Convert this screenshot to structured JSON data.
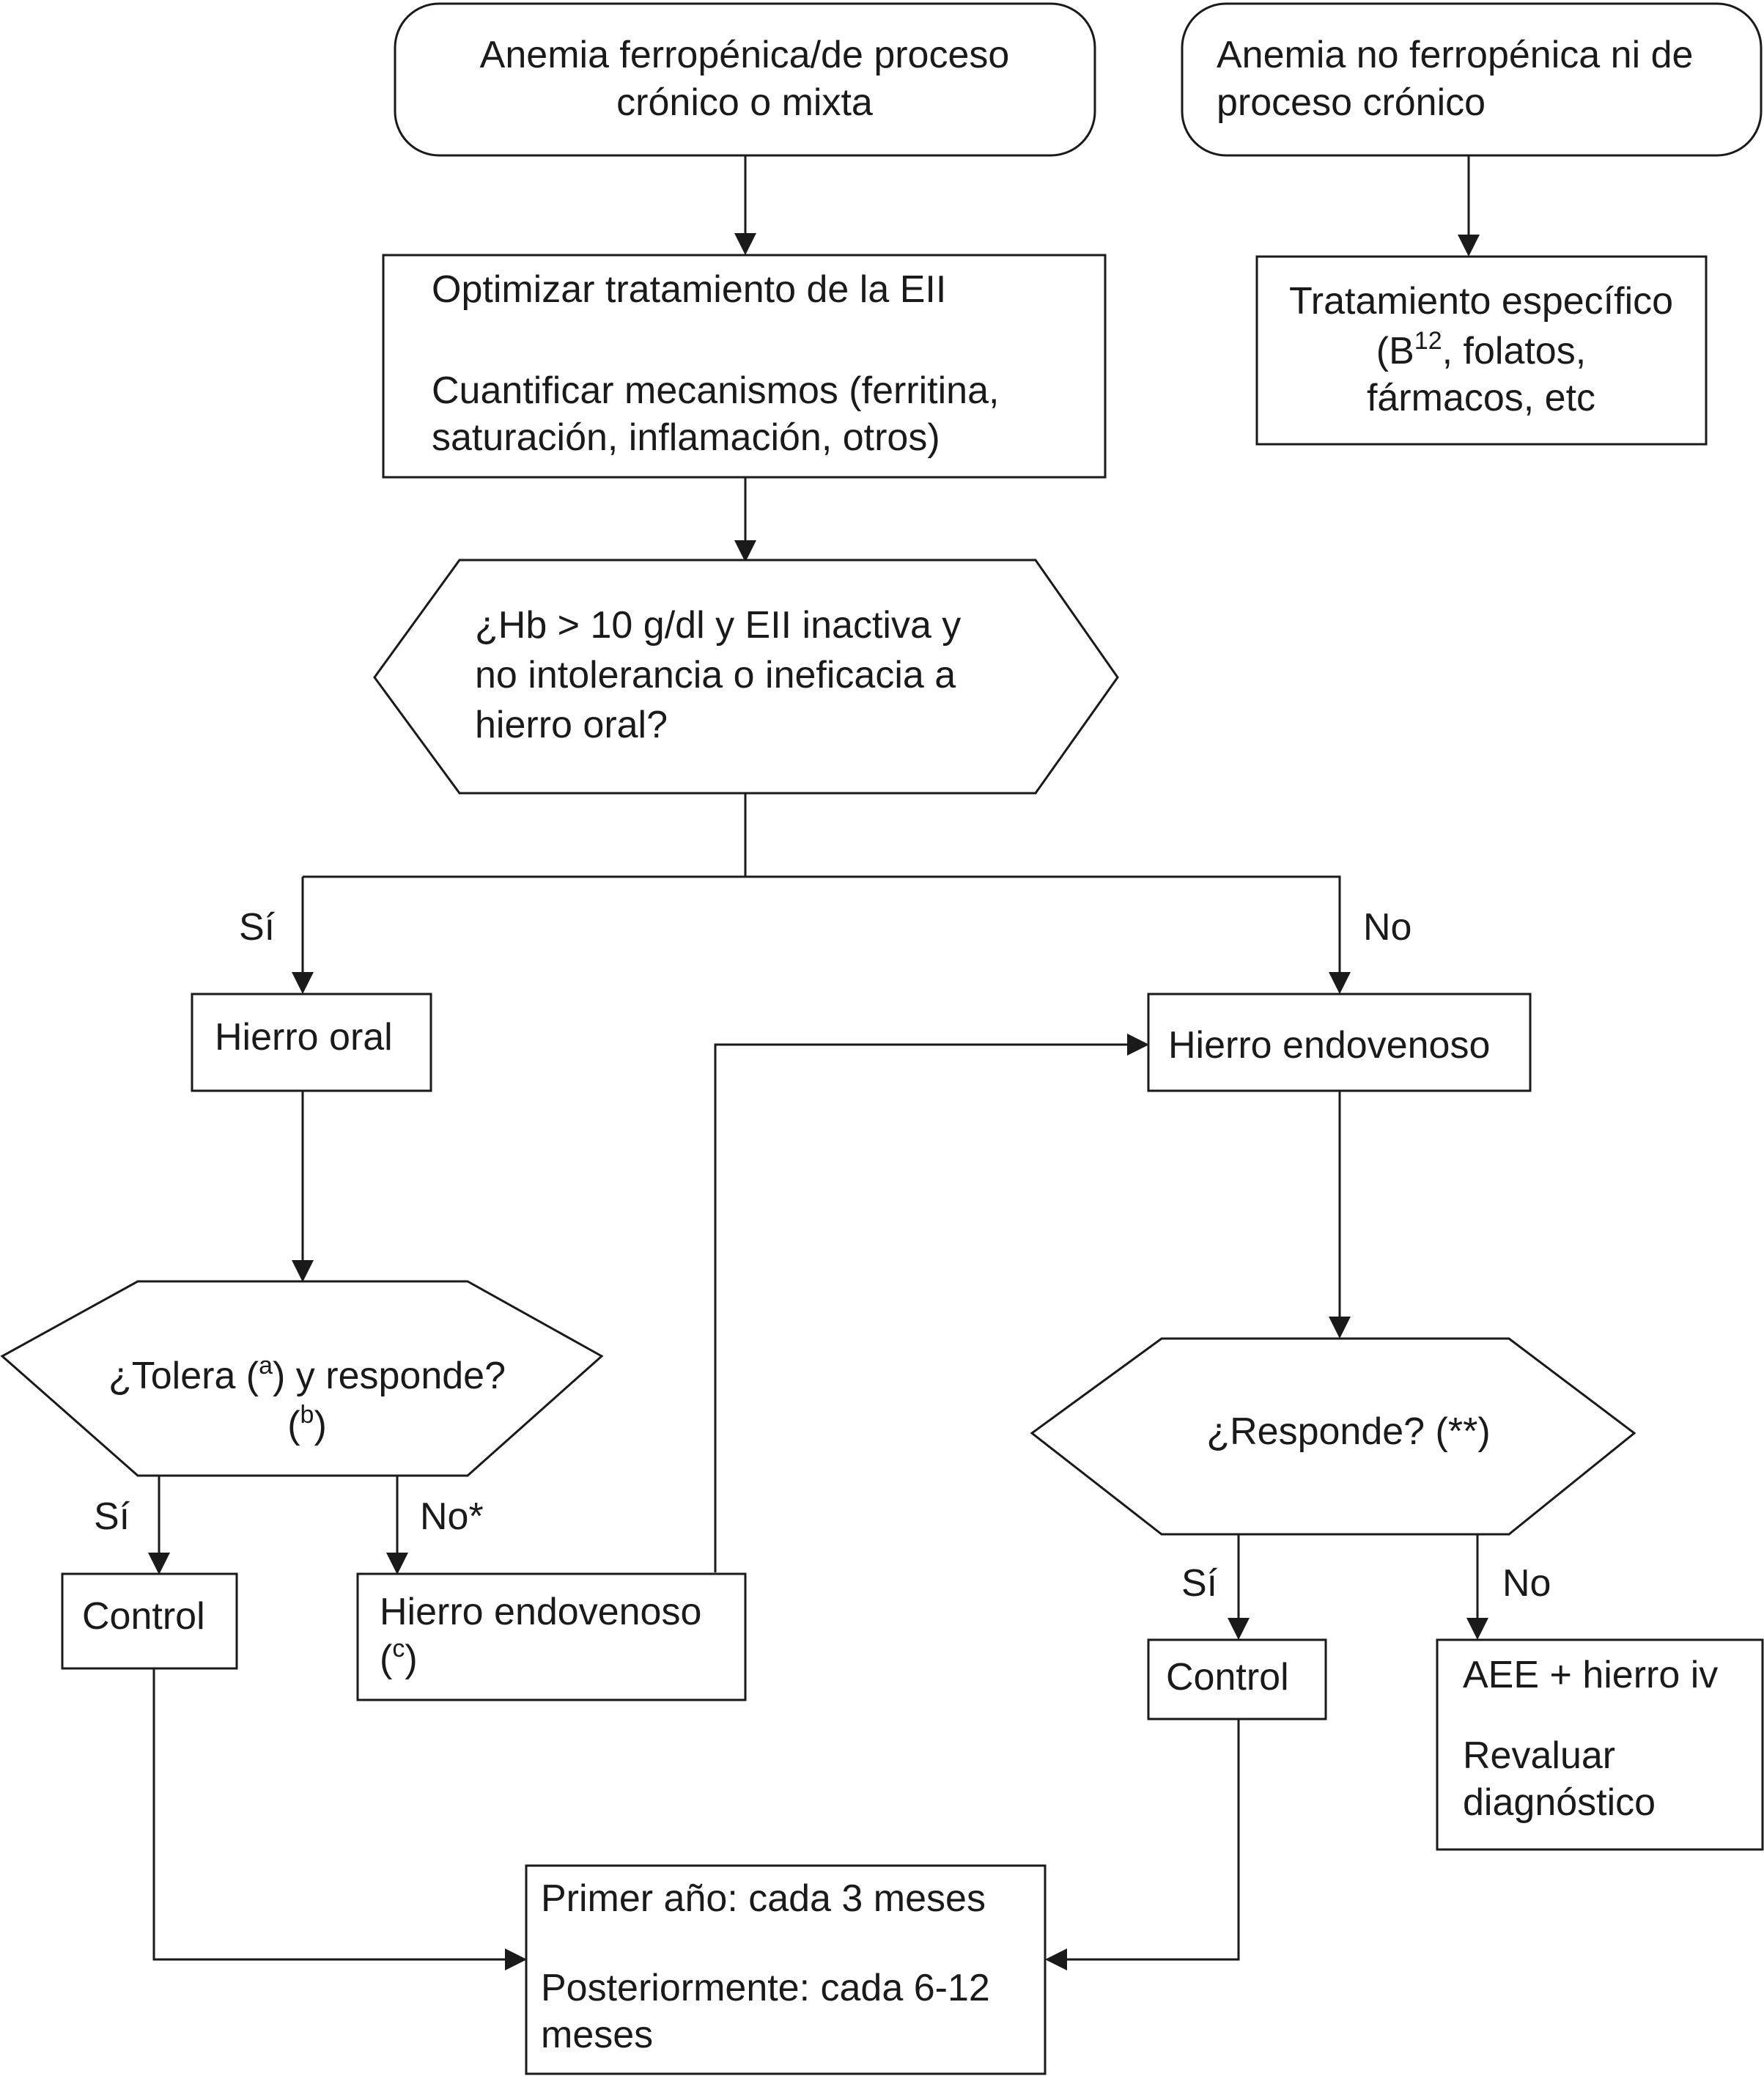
{
  "nodes": {
    "anemia_ferropenica": {
      "lines": [
        "Anemia ferropénica/de proceso",
        "crónico o mixta"
      ]
    },
    "anemia_no_ferropenica": {
      "lines": [
        "Anemia no ferropénica ni de",
        "proceso crónico"
      ]
    },
    "optimizar": {
      "line1": "Optimizar tratamiento de la EII",
      "line2": "Cuantificar mecanismos (ferritina,",
      "line3": "saturación, inflamación, otros)"
    },
    "tratamiento_especifico": {
      "line1": "Tratamiento específico",
      "line2_pre": "(B",
      "line2_sup": "12",
      "line2_post": ", folatos,",
      "line3": "fármacos, etc"
    },
    "decision_hb": {
      "lines": [
        "¿Hb > 10 g/dl y EII inactiva y",
        "no intolerancia o ineficacia a",
        "hierro oral?"
      ]
    },
    "hierro_oral": {
      "label": "Hierro oral"
    },
    "hierro_endovenoso_right": {
      "label": "Hierro endovenoso"
    },
    "decision_tolera": {
      "l1_pre": "¿Tolera (",
      "l1_sup": "a",
      "l1_post": ") y responde?",
      "l2_pre": "(",
      "l2_sup": "b",
      "l2_post": ")"
    },
    "decision_responde": {
      "label": "¿Responde? (**)"
    },
    "control_left": {
      "label": "Control"
    },
    "hierro_endovenoso_c": {
      "line1": "Hierro endovenoso",
      "l2_pre": "(",
      "l2_sup": "c",
      "l2_post": ")"
    },
    "control_right": {
      "label": "Control"
    },
    "aee": {
      "line1": "AEE + hierro iv",
      "line2": "Revaluar",
      "line3": "diagnóstico"
    },
    "seguimiento": {
      "line1": "Primer año: cada 3 meses",
      "line2": "Posteriormente: cada 6-12",
      "line3": "meses"
    }
  },
  "edge_labels": {
    "si_main": "Sí",
    "no_main": "No",
    "si_tolera": "Sí",
    "no_tolera": "No*",
    "si_responde": "Sí",
    "no_responde": "No"
  }
}
